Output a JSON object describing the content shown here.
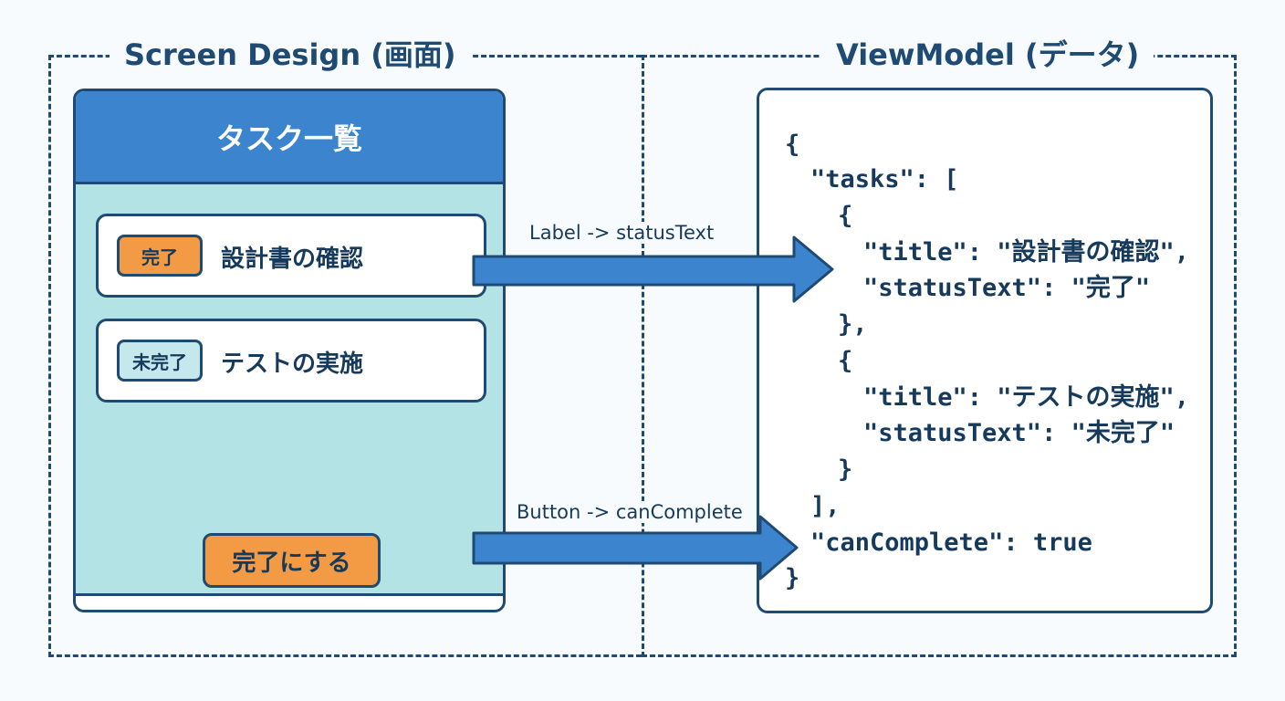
{
  "screen_design": {
    "section_title": "Screen Design (画面)",
    "header_title": "タスク一覧",
    "tasks": [
      {
        "badge": "完了",
        "title": "設計書の確認"
      },
      {
        "badge": "未完了",
        "title": "テストの実施"
      }
    ],
    "button_label": "完了にする"
  },
  "view_model": {
    "section_title": "ViewModel (データ)",
    "code_lines": [
      "{",
      "\"tasks\": [",
      "{",
      "\"title\": \"設計書の確認\",",
      "\"statusText\": \"完了\"",
      "},",
      "{",
      "\"title\": \"テストの実施\",",
      "\"statusText\": \"未完了\"",
      "}",
      "],",
      "\"canComplete\": true",
      "}"
    ]
  },
  "bindings": [
    {
      "label": "Label -> statusText"
    },
    {
      "label": "Button -> canComplete"
    }
  ],
  "colors": {
    "navy": "#1f4a73",
    "header_blue": "#3d84cf",
    "list_teal": "#b3e3e5",
    "orange": "#f29a44",
    "arrow_blue": "#3d84cf"
  }
}
